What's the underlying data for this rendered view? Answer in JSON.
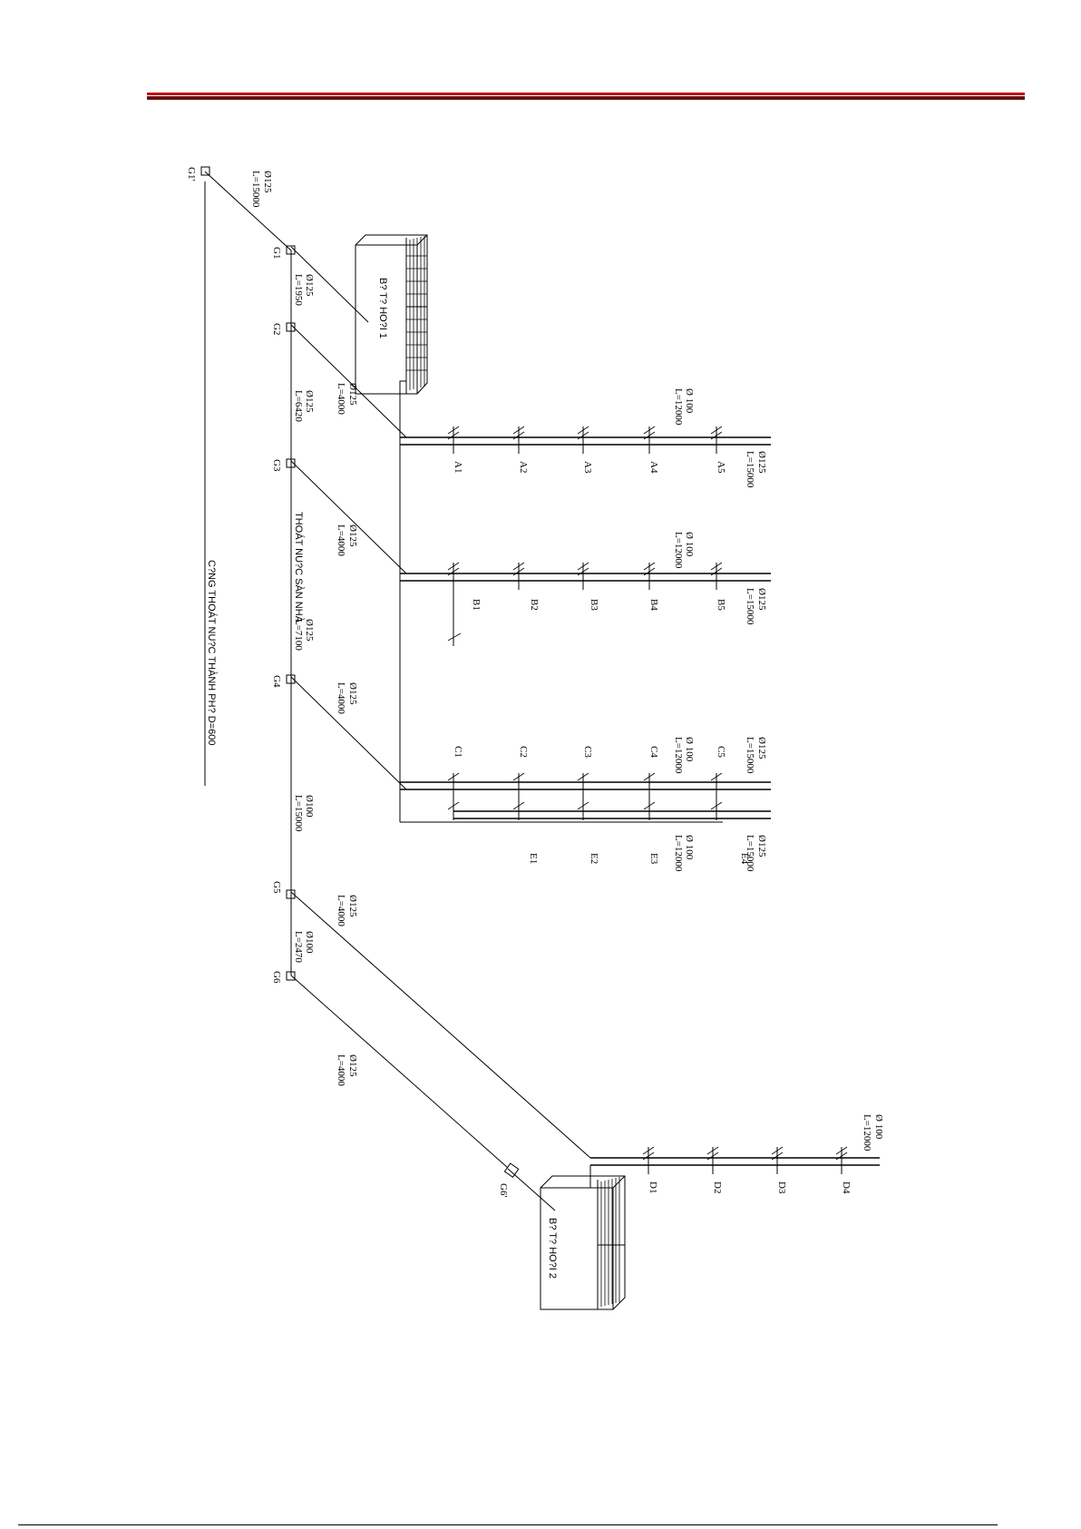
{
  "header": {
    "accent_color": "#c00000",
    "dark_color": "#6b0f0f"
  },
  "inspections": {
    "g1p": "G1'",
    "g1": "G1",
    "g2": "G2",
    "g3": "G3",
    "g4": "G4",
    "g5": "G5",
    "g6": "G6",
    "g6p": "G6'"
  },
  "tanks": {
    "tank1": "B? T? HO?I 1",
    "tank2": "B? T? HO?I 2"
  },
  "city_sewer": "C?NG THOÁT NU?C THÀNH PH?   D=600",
  "floor_drain": "THOÁT NU?C SÀN NHÀ",
  "pipes": {
    "p_g1p_dia": "Ø125",
    "p_g1p_len": "L=15000",
    "p_g1g2_dia": "Ø125",
    "p_g1g2_len": "L=1950",
    "p_g2b_dia": "Ø125",
    "p_g2b_len": "L=4000",
    "p_g2g3_dia": "Ø125",
    "p_g2g3_len": "L=6420",
    "p_g3b_dia": "Ø125",
    "p_g3b_len": "L=4000",
    "p_g3g4_dia": "Ø125",
    "p_g3g4_len": "L=7100",
    "p_g4b_dia": "Ø125",
    "p_g4b_len": "L=4000",
    "p_g4g5_dia": "Ø100",
    "p_g4g5_len": "L=15000",
    "p_g5b_dia": "Ø125",
    "p_g5b_len": "L=4000",
    "p_g5g6_dia": "Ø100",
    "p_g5g6_len": "L=2470",
    "p_g6b_dia": "Ø125",
    "p_g6b_len": "L=4000",
    "a_dia1": "Ø 100",
    "a_len1": "L=12000",
    "a_dia2": "Ø125",
    "a_len2": "L=15000",
    "b_dia1": "Ø 100",
    "b_len1": "L=12000",
    "b_dia2": "Ø125",
    "b_len2": "L=15000",
    "c_dia1": "Ø 100",
    "c_len1": "L=12000",
    "c_dia2": "Ø125",
    "c_len2": "L=15000",
    "e_dia1": "Ø 100",
    "e_len1": "L=12000",
    "e_dia2": "Ø125",
    "e_len2": "L=15000",
    "d_dia1": "Ø 100",
    "d_len1": "L=12000"
  },
  "stacks": {
    "a1": "A1",
    "a2": "A2",
    "a3": "A3",
    "a4": "A4",
    "a5": "A5",
    "b1": "B1",
    "b2": "B2",
    "b3": "B3",
    "b4": "B4",
    "b5": "B5",
    "c1": "C1",
    "c2": "C2",
    "c3": "C3",
    "c4": "C4",
    "c5": "C5",
    "e1": "E1",
    "e2": "E2",
    "e3": "E3",
    "e4": "E4",
    "d1": "D1",
    "d2": "D2",
    "d3": "D3",
    "d4": "D4"
  }
}
